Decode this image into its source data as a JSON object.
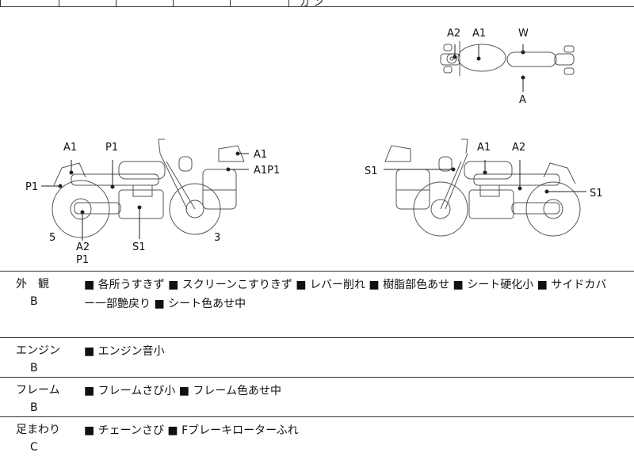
{
  "top_fragment": "ガ    ン",
  "diagram": {
    "top_view_labels": {
      "a2": "A2",
      "a1": "A1",
      "w": "W",
      "a": "A"
    },
    "left_view_labels": {
      "a1_left": "A1",
      "p1_top": "P1",
      "p1_left": "P1",
      "a1_box": "A1",
      "a1p1": "A1P1",
      "n5": "5",
      "a2": "A2",
      "p1_bottom": "P1",
      "s1": "S1",
      "n3": "3"
    },
    "right_view_labels": {
      "s1_left": "S1",
      "a1": "A1",
      "a2": "A2",
      "s1_right": "S1"
    }
  },
  "sections": [
    {
      "key": "外　観",
      "grade": "B",
      "notes": "■ 各所うすきず ■ スクリーンこすりきず ■ レバー削れ ■ 樹脂部色あせ ■ シート硬化小 ■ サイドカバ",
      "notes2": "ー一部艶戻り ■ シート色あせ中"
    },
    {
      "key": "エンジン",
      "grade": "B",
      "notes": "■ エンジン音小"
    },
    {
      "key": "フレーム",
      "grade": "B",
      "notes": "■ フレームさび小 ■ フレーム色あせ中"
    },
    {
      "key": "足まわり",
      "grade": "C",
      "notes": "■ チェーンさび ■ Fブレーキローターふれ"
    }
  ]
}
